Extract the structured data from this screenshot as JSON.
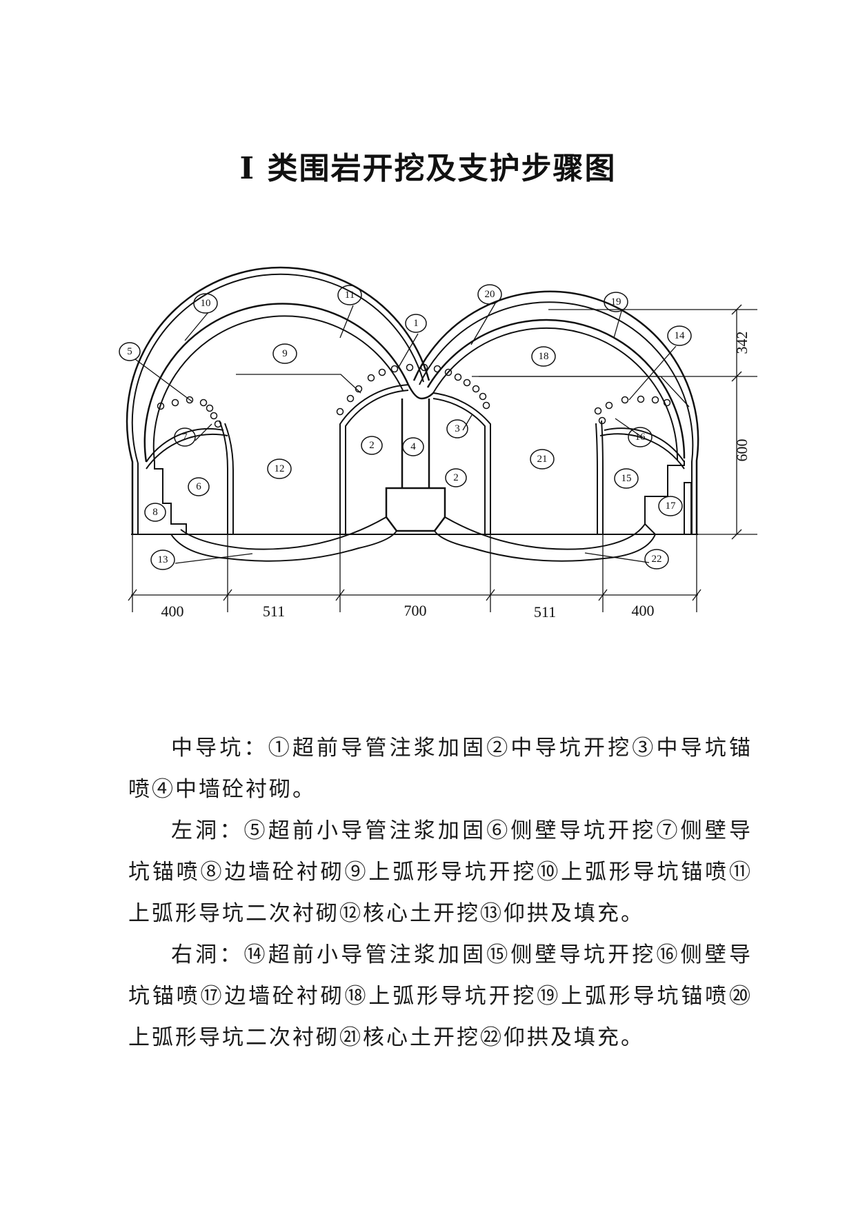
{
  "title": "I 类围岩开挖及支护步骤图",
  "diagram": {
    "labels": [
      "1",
      "2",
      "2",
      "3",
      "4",
      "5",
      "6",
      "7",
      "8",
      "9",
      "10",
      "11",
      "12",
      "13",
      "14",
      "15",
      "16",
      "17",
      "18",
      "19",
      "20",
      "21",
      "22"
    ],
    "dimensions": {
      "bottom": [
        "400",
        "511",
        "700",
        "511",
        "400"
      ],
      "right": [
        "342",
        "600"
      ]
    }
  },
  "paragraphs": [
    "中导坑：①超前导管注浆加固②中导坑开挖③中导坑锚喷④中墙砼衬砌。",
    "左洞：⑤超前小导管注浆加固⑥侧壁导坑开挖⑦侧壁导坑锚喷⑧边墙砼衬砌⑨上弧形导坑开挖⑩上弧形导坑锚喷⑪上弧形导坑二次衬砌⑫核心土开挖⑬仰拱及填充。",
    "右洞：⑭超前小导管注浆加固⑮侧壁导坑开挖⑯侧壁导坑锚喷⑰边墙砼衬砌⑱上弧形导坑开挖⑲上弧形导坑锚喷⑳上弧形导坑二次衬砌㉑核心土开挖㉒仰拱及填充。"
  ]
}
